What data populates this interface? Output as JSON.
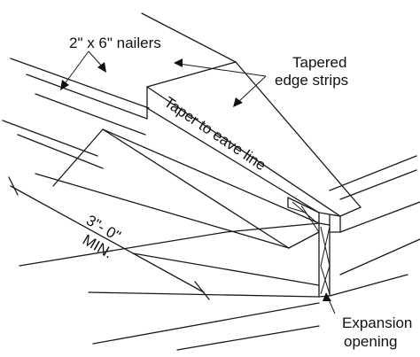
{
  "labels": {
    "nailers": "2\" x 6\" nailers",
    "tapered_line1": "Tapered",
    "tapered_line2": "edge strips",
    "taper_eave": "Taper to eave line",
    "dim_line1": "3\"- 0\"",
    "dim_line2": "MIN.",
    "expansion_line1": "Expansion",
    "expansion_line2": "opening"
  },
  "colors": {
    "ink": "#1a1a1a",
    "background": "#ffffff"
  }
}
